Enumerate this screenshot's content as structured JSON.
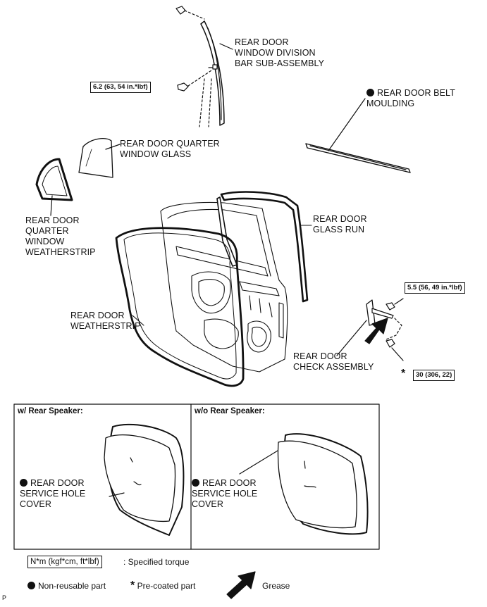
{
  "labels": {
    "division_bar": "REAR DOOR\nWINDOW DIVISION\nBAR SUB-ASSEMBLY",
    "belt_moulding": "REAR DOOR BELT\nMOULDING",
    "quarter_glass": "REAR DOOR QUARTER\nWINDOW GLASS",
    "quarter_weatherstrip": "REAR DOOR\nQUARTER\nWINDOW\nWEATHERSTRIP",
    "glass_run": "REAR DOOR\nGLASS RUN",
    "weatherstrip": "REAR DOOR\nWEATHERSTRIP",
    "check_assembly": "REAR DOOR\nCHECK ASSEMBLY",
    "service_cover_speaker": "REAR DOOR\nSERVICE HOLE\nCOVER",
    "service_cover_no_speaker": "REAR DOOR\nSERVICE HOLE\nCOVER"
  },
  "torques": {
    "division_bar": "6.2 (63, 54 in.*lbf)",
    "check_upper": "5.5 (56, 49 in.*lbf)",
    "check_lower": "30 (306, 22)"
  },
  "panels": {
    "with_speaker": "w/ Rear Speaker:",
    "without_speaker": "w/o Rear Speaker:"
  },
  "legend": {
    "torque_box": "N*m (kgf*cm, ft*lbf)",
    "torque_text": ": Specified torque",
    "non_reusable": "Non-reusable part",
    "precoated_symbol": "*",
    "precoated": "Pre-coated part",
    "grease": "Grease"
  },
  "corner_mark": "P"
}
